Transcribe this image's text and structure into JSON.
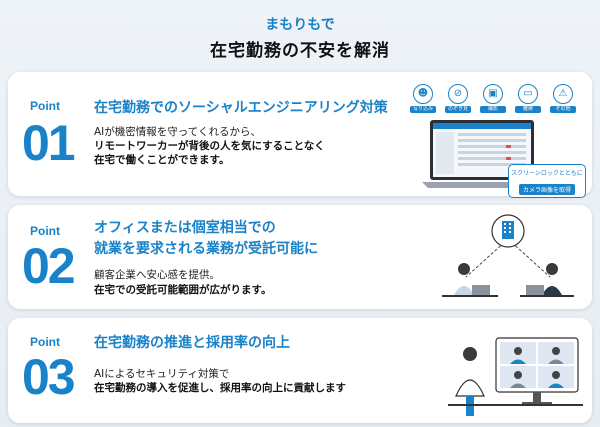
{
  "header": {
    "subtitle": "まもりもで",
    "title": "在宅勤務の不安を解消"
  },
  "points": [
    {
      "label": "Point",
      "number": "01",
      "title": "在宅勤務でのソーシャルエンジニアリング対策",
      "lines": [
        "AIが機密情報を守ってくれるから、",
        "リモートワーカーが背後の人を気にすることなく",
        "在宅で働くことができます。"
      ]
    },
    {
      "label": "Point",
      "number": "02",
      "title_lines": [
        "オフィスまたは個室相当での",
        "就業を要求される業務が受託可能に"
      ],
      "lines": [
        "顧客企業へ安心感を提供。",
        "在宅での受託可能範囲が広がります。"
      ]
    },
    {
      "label": "Point",
      "number": "03",
      "title": "在宅勤務の推進と採用率の向上",
      "lines": [
        "AIによるセキュリティ対策で",
        "在宅勤務の導入を促進し、採用率の向上に貢献します"
      ]
    }
  ],
  "illustration1": {
    "icons": [
      {
        "name": "person-icon",
        "tag": "写り込み"
      },
      {
        "name": "camera-off-icon",
        "tag": "のぞき見"
      },
      {
        "name": "phone-icon",
        "tag": "撮影"
      },
      {
        "name": "monitor-icon",
        "tag": "離席"
      },
      {
        "name": "warning-icon",
        "tag": "その他"
      }
    ],
    "badge_line1": "スクリーンロックとともに",
    "badge_line2": "カメラ画像を取得"
  },
  "colors": {
    "accent": "#1a82c8",
    "text": "#111111"
  }
}
